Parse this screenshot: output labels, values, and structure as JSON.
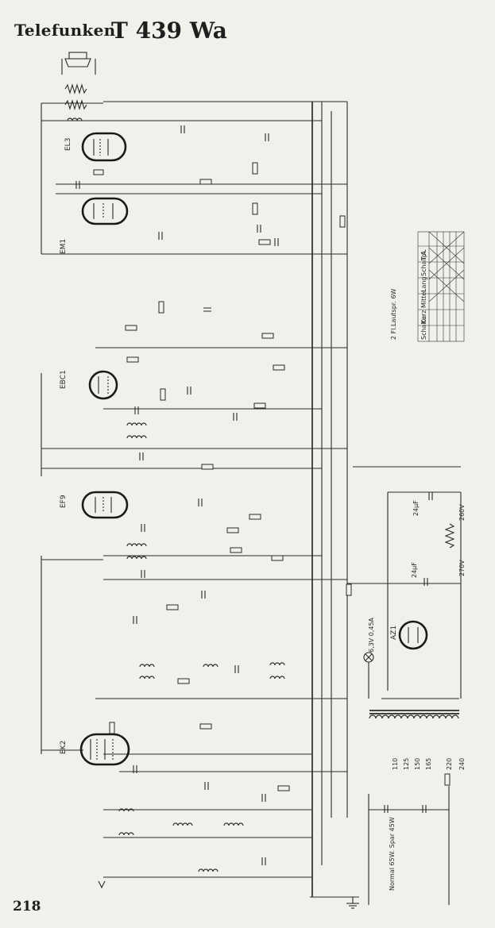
{
  "header": {
    "brand": "Telefunken",
    "model": "T 439 Wa"
  },
  "page_number": "218",
  "tubes": [
    "EL3",
    "EM1",
    "EBC1",
    "EF9",
    "EK2",
    "AZ1"
  ],
  "mains_voltages": [
    "110",
    "125",
    "150",
    "165",
    "220",
    "240"
  ],
  "labels": {
    "rectifier_section": "2 Fl.Lautspr. 6W",
    "mains_lamp": "6,3V 0,45A",
    "consumption": "Normal 65W. Spar 45W",
    "cap_upper": "24μF",
    "cap_lower": "24μF",
    "voltage_hi": "260V",
    "voltage_lo": "270V"
  },
  "switch_table": {
    "rows": [
      "Schalter",
      "Kurz",
      "Mittel",
      "Lang",
      "Schallpl.",
      "T.A."
    ],
    "columns": 7
  }
}
